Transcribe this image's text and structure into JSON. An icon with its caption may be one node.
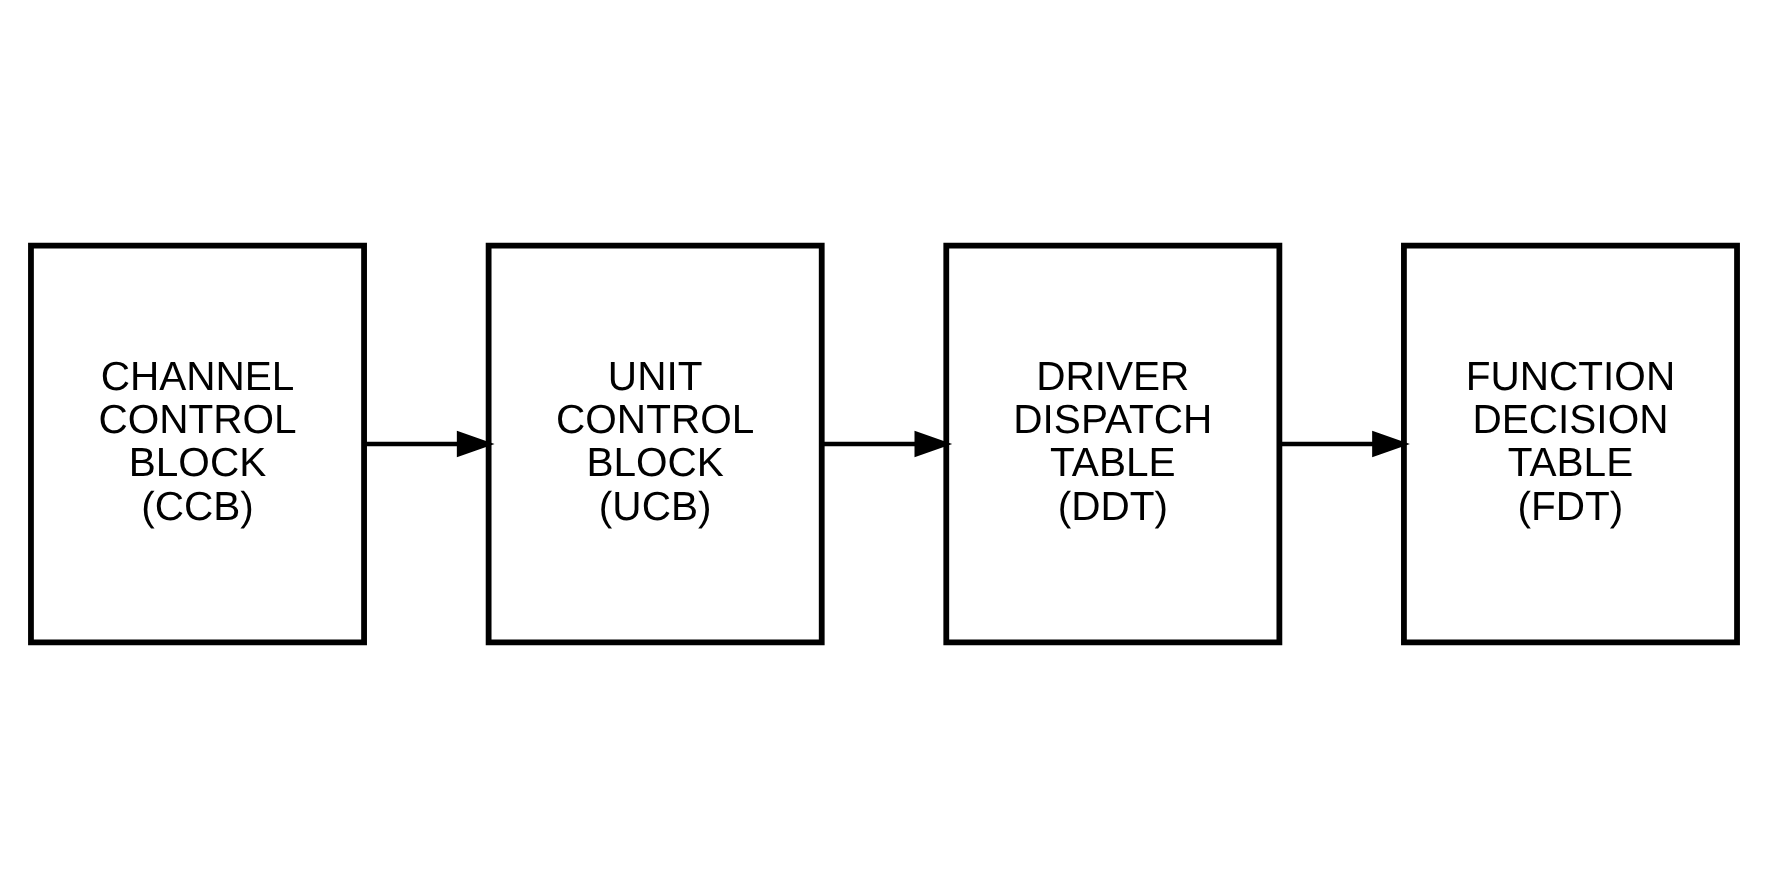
{
  "diagram": {
    "nodes": [
      {
        "text": [
          "CHANNEL CONTROL BLOCK (CCB)"
        ]
      },
      {
        "text": [
          "UNIT CONTROL BLOCK (UCB)"
        ]
      },
      {
        "text": [
          "DRIVER DISPATCH TABLE (DDT)"
        ]
      },
      {
        "text": [
          "FUNCTION DECISION TABLE (FDT)"
        ]
      }
    ],
    "edges": [
      {
        "from": 0,
        "to": 1,
        "arrow": "to"
      },
      {
        "from": 1,
        "to": 2,
        "arrow": "to"
      },
      {
        "from": 2,
        "to": 3,
        "arrow": "to"
      }
    ]
  }
}
